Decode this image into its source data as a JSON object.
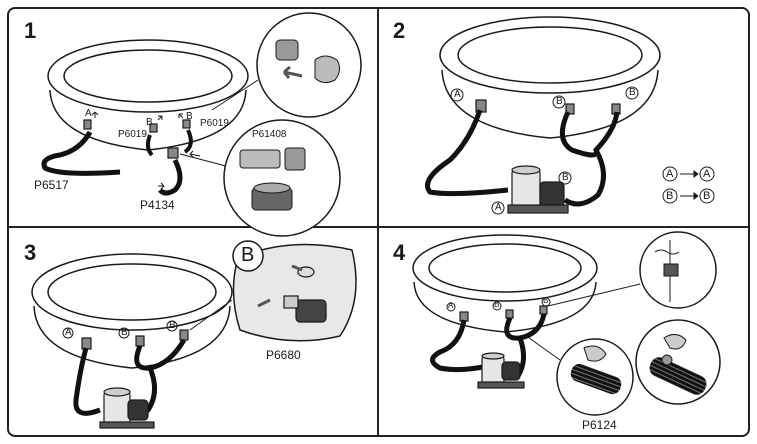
{
  "steps": [
    {
      "number": "1",
      "parts": {
        "hose_long": "P6517",
        "connector_left": "P6019",
        "connector_right": "P6019",
        "strainer": "P61408",
        "hose_short": "P4134"
      },
      "port_labels": [
        "A",
        "B",
        "B"
      ]
    },
    {
      "number": "2",
      "port_labels": [
        "A",
        "B",
        "B",
        "B",
        "A"
      ],
      "legend": [
        {
          "from": "A",
          "to": "A"
        },
        {
          "from": "B",
          "to": "B"
        }
      ]
    },
    {
      "number": "3",
      "callout_letter": "B",
      "parts": {
        "strainer_cap": "P6680"
      },
      "port_labels": [
        "A",
        "B",
        "B"
      ]
    },
    {
      "number": "4",
      "parts": {
        "clamp": "P6124"
      },
      "port_labels": [
        "A",
        "B",
        "B"
      ]
    }
  ],
  "colors": {
    "line": "#1a1a1a",
    "hose": "#111111",
    "panel_bg": "#ffffff",
    "callout_bg": "#dcdcdc"
  }
}
